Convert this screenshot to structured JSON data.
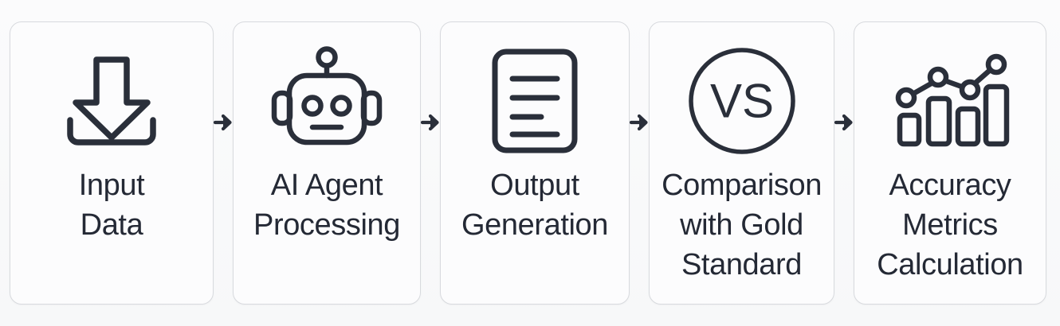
{
  "diagram": {
    "type": "horizontal-process-flow",
    "orientation": "left-to-right",
    "background_color": "#fafafa",
    "card_fill": "#fcfcfd",
    "card_border_color": "#d8dade",
    "icon_color": "#2a2f3a",
    "text_color": "#242935",
    "step_count": 5,
    "connector_count": 4,
    "connector_glyph": "arrow-right",
    "steps": [
      {
        "index": 1,
        "label": "Input\nData",
        "label_lines": [
          "Input",
          "Data"
        ],
        "icon": "download-tray-icon",
        "icon_description": "downward arrow into open tray"
      },
      {
        "index": 2,
        "label": "AI Agent\nProcessing",
        "label_lines": [
          "AI Agent",
          "Processing"
        ],
        "icon": "robot-head-icon",
        "icon_description": "robot face with antenna, two eyes, mouth and side ears"
      },
      {
        "index": 3,
        "label": "Output\nGeneration",
        "label_lines": [
          "Output",
          "Generation"
        ],
        "icon": "document-lines-icon",
        "icon_description": "document page with four text lines"
      },
      {
        "index": 4,
        "label": "Comparison\nwith Gold\nStandard",
        "label_lines": [
          "Comparison",
          "with Gold",
          "Standard"
        ],
        "icon": "versus-circle-icon",
        "icon_text": "VS",
        "icon_description": "circle containing the letters VS"
      },
      {
        "index": 5,
        "label": "Accuracy\nMetrics\nCalculation",
        "label_lines": [
          "Accuracy",
          "Metrics",
          "Calculation"
        ],
        "icon": "bar-line-chart-icon",
        "icon_description": "four bars with a line-and-dot trend overlay"
      }
    ],
    "connectors": [
      {
        "index": 1,
        "from": "Input Data",
        "to": "AI Agent Processing",
        "symbol": "→"
      },
      {
        "index": 2,
        "from": "AI Agent Processing",
        "to": "Output Generation",
        "symbol": "→"
      },
      {
        "index": 3,
        "from": "Output Generation",
        "to": "Comparison with Gold Standard",
        "symbol": "→"
      },
      {
        "index": 4,
        "from": "Comparison with Gold Standard",
        "to": "Accuracy Metrics Calculation",
        "symbol": "→"
      }
    ]
  }
}
